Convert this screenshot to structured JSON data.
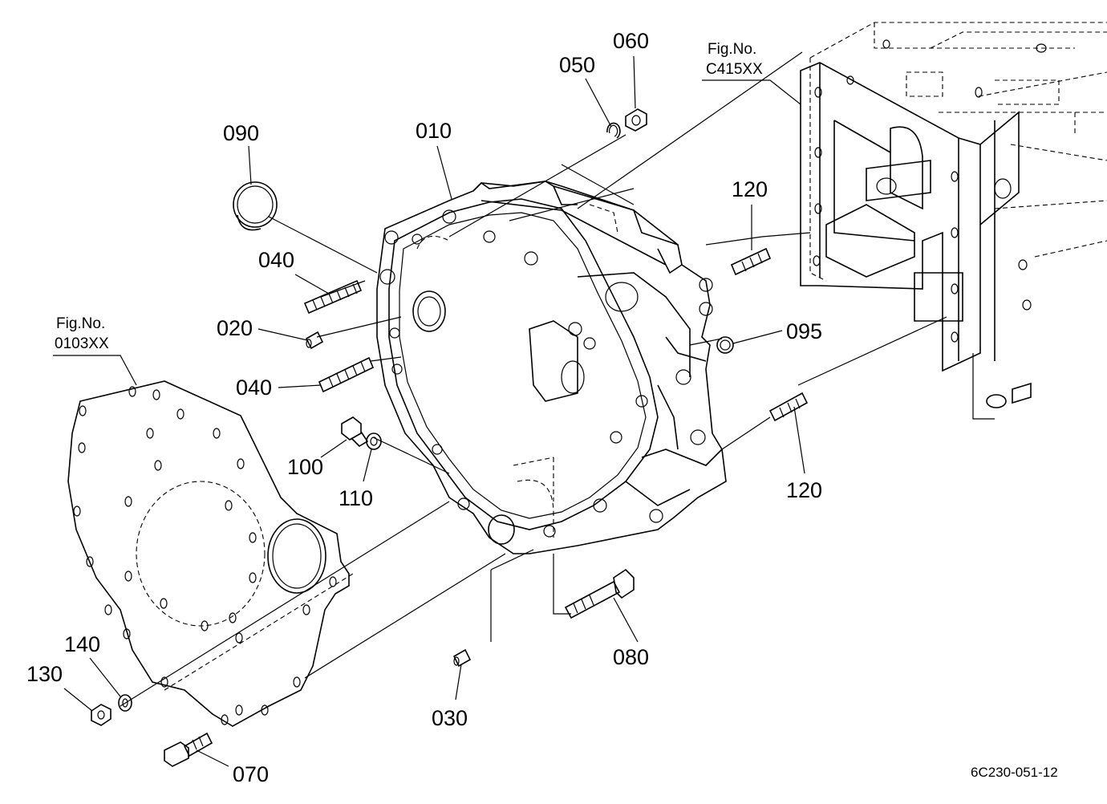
{
  "labels": {
    "p010": "010",
    "p020": "020",
    "p030": "030",
    "p040a": "040",
    "p040b": "040",
    "p050": "050",
    "p060": "060",
    "p070": "070",
    "p080": "080",
    "p090": "090",
    "p095": "095",
    "p100": "100",
    "p110": "110",
    "p120a": "120",
    "p120b": "120",
    "p130": "130",
    "p140": "140"
  },
  "figure_refs": {
    "left": {
      "line1": "Fig.No.",
      "line2": "0103XX"
    },
    "right": {
      "line1": "Fig.No.",
      "line2": "C415XX"
    }
  },
  "drawing_code": "6C230-051-12"
}
